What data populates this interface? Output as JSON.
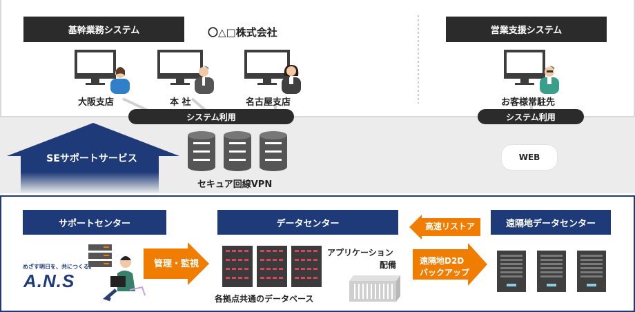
{
  "top": {
    "core_system_title": "基幹業務システム",
    "company_name": "〇△□株式会社",
    "sales_system_title": "営業支援システム",
    "sites": [
      {
        "label": "大阪支店"
      },
      {
        "label": "本 社"
      },
      {
        "label": "名古屋支店"
      },
      {
        "label": "お客様常駐先"
      }
    ],
    "system_use_left": "システム利用",
    "system_use_right": "システム利用"
  },
  "middle": {
    "se_support": "SEサポートサービス",
    "vpn_label": "セキュア回線VPN",
    "web_label": "WEB"
  },
  "bottom": {
    "support_center_title": "サポートセンター",
    "data_center_title": "データセンター",
    "remote_dc_title": "遠隔地データセンター",
    "ans_tagline": "めざす明日を、共につくる。",
    "ans_logo": "A.N.S",
    "manage_monitor": "管理・監視",
    "shared_db_label": "各拠点共通のデータベース",
    "app_deploy_line1": "アプリケーション",
    "app_deploy_line2": "配備",
    "remote_restore": "高速リストア",
    "d2d_line1": "遠隔地D2D",
    "d2d_line2": "バックアップ"
  },
  "colors": {
    "dark": "#2b2b2b",
    "navy": "#1e3a78",
    "orange": "#f07d00",
    "band": "#ececec"
  }
}
